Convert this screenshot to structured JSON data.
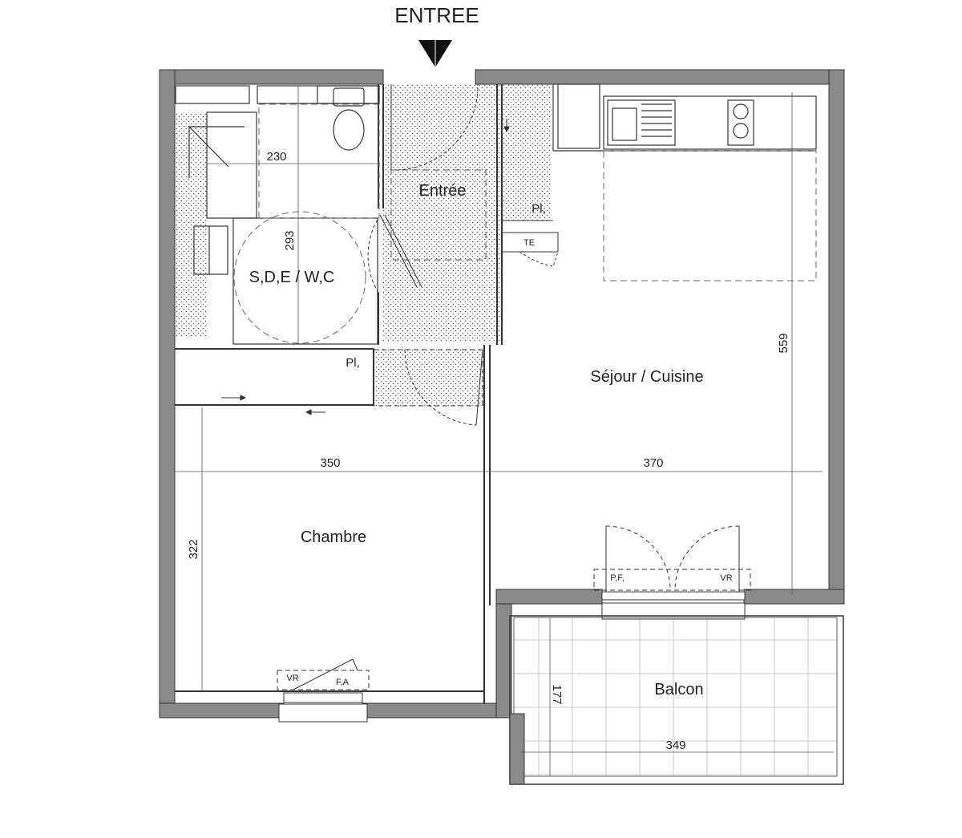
{
  "entrance": {
    "label": "ENTREE",
    "arrow_icon": "down-triangle-icon"
  },
  "rooms": {
    "sde_wc": "S,D,E / W,C",
    "entree": "Entrée",
    "sejour": "Séjour / Cuisine",
    "chambre": "Chambre",
    "balcon": "Balcon"
  },
  "fixtures": {
    "placard_1": "Pl,",
    "placard_2": "Pl,",
    "te": "TE",
    "pf": "P,F,",
    "vr_sejour": "VR",
    "vr_chambre": "VR",
    "fa": "F,A"
  },
  "dimensions": {
    "sde_width": "230",
    "sde_depth": "293",
    "sejour_depth": "559",
    "chambre_width": "350",
    "sejour_width": "370",
    "chambre_depth": "322",
    "balcon_depth": "177",
    "balcon_width": "349"
  },
  "colors": {
    "wall": "#8a8a8a",
    "line": "#333333",
    "tile_dots": "#555555"
  }
}
